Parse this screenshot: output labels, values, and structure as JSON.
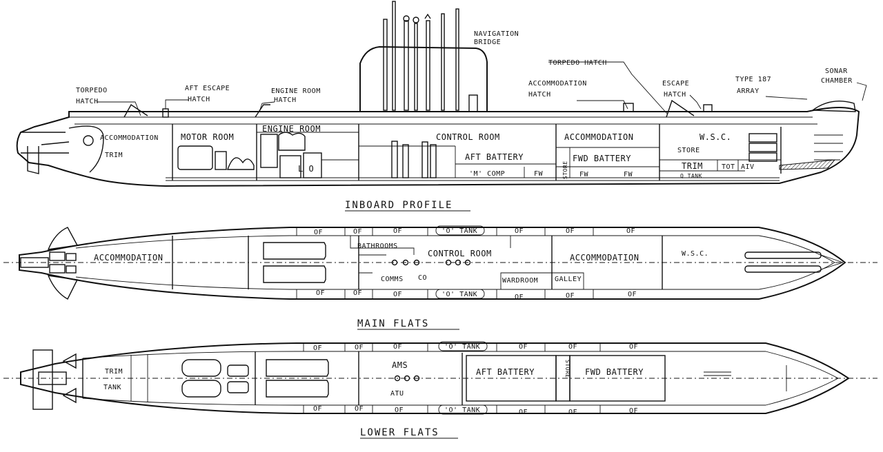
{
  "inboard_profile": {
    "title": "INBOARD PROFILE",
    "callouts": {
      "torpedo_hatch_aft": [
        "TORPEDO",
        "HATCH"
      ],
      "aft_escape_hatch": [
        "AFT ESCAPE",
        "HATCH"
      ],
      "engine_room_hatch": [
        "ENGINE ROOM",
        "HATCH"
      ],
      "navigation_bridge": [
        "NAVIGATION",
        "BRIDGE"
      ],
      "torpedo_hatch_fwd": [
        "TORPEDO HATCH"
      ],
      "accommodation_hatch": [
        "ACCOMMODATION",
        "HATCH"
      ],
      "escape_hatch": [
        "ESCAPE",
        "HATCH"
      ],
      "type_187_array": [
        "TYPE 187",
        "ARRAY"
      ],
      "sonar_chamber": [
        "SONAR",
        "CHAMBER"
      ]
    },
    "compartments": {
      "accommodation_aft": "ACCOMMODATION",
      "trim": "TRIM",
      "motor_room": "MOTOR ROOM",
      "engine_room": "ENGINE ROOM",
      "lo": "L O",
      "control_room": "CONTROL ROOM",
      "aft_battery": "AFT BATTERY",
      "m_comp": "'M' COMP",
      "fw_1": "FW",
      "store_vertical": "STORE",
      "accommodation_fwd": "ACCOMMODATION",
      "fwd_battery": "FWD BATTERY",
      "fw_2": "FW",
      "fw_3": "FW",
      "wsc": "W.S.C.",
      "store": "STORE",
      "trim_fwd": "TRIM",
      "tot": "TOT",
      "aiv": "AIV",
      "q_tank": "Q TANK"
    }
  },
  "main_flats": {
    "title": "MAIN FLATS",
    "labels": {
      "accommodation_aft": "ACCOMMODATION",
      "bathrooms": "BATHROOMS",
      "control_room": "CONTROL ROOM",
      "comms": "COMMS",
      "co": "CO",
      "wardroom": "WARDROOM",
      "galley": "GALLEY",
      "accommodation_fwd": "ACCOMMODATION",
      "wsc": "W.S.C."
    },
    "top_tanks": [
      "OF",
      "OF",
      "OF",
      "'O' TANK",
      "OF",
      "OF",
      "OF"
    ],
    "bottom_tanks": [
      "OF",
      "OF",
      "OF",
      "'O' TANK",
      "OF",
      "OF",
      "OF"
    ]
  },
  "lower_flats": {
    "title": "LOWER FLATS",
    "labels": {
      "trim": "TRIM",
      "tank": "TANK",
      "ams": "AMS",
      "atu": "ATU",
      "aft_battery": "AFT BATTERY",
      "store_vertical": "STORE",
      "fwd_battery": "FWD BATTERY"
    },
    "top_tanks": [
      "OF",
      "OF",
      "OF",
      "'O' TANK",
      "OF",
      "OF",
      "OF"
    ],
    "bottom_tanks": [
      "OF",
      "OF",
      "OF",
      "'O' TANK",
      "OF",
      "OF",
      "OF"
    ]
  }
}
